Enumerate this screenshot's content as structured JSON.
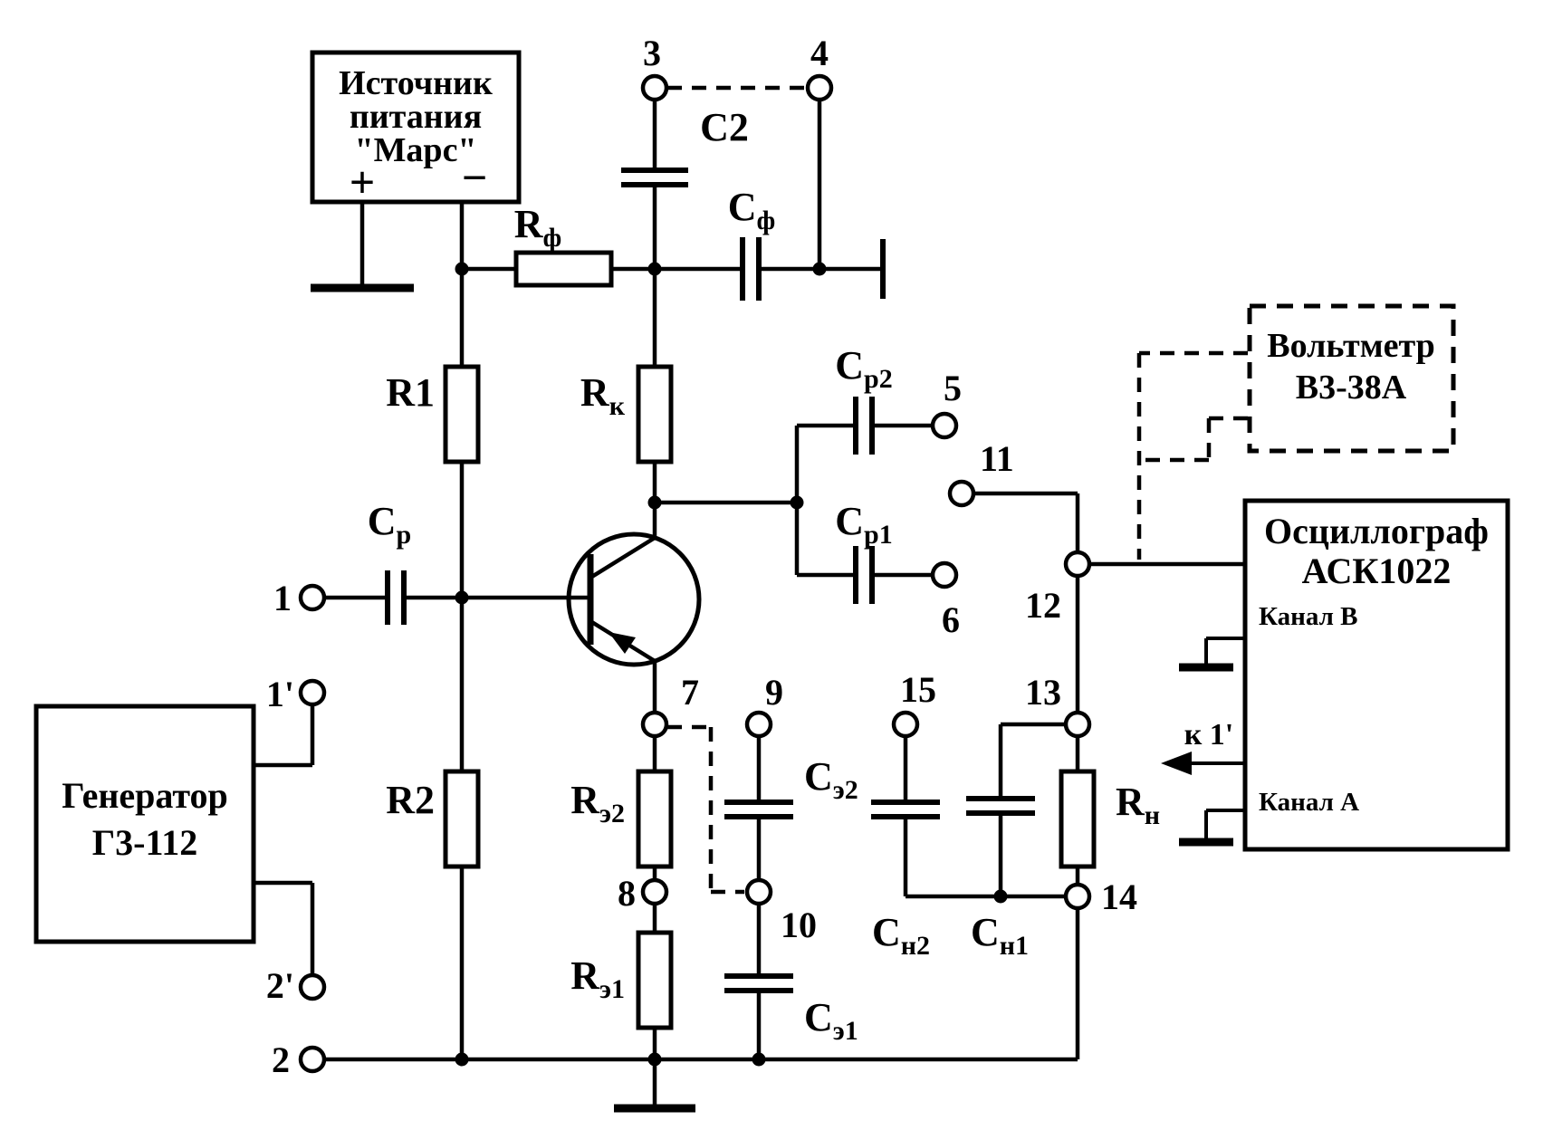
{
  "colors": {
    "background": "#ffffff",
    "ink": "#000000"
  },
  "power_supply": {
    "line1": "Источник",
    "line2": "питания",
    "line3": "\"Марс\"",
    "plus": "+",
    "minus": "−"
  },
  "generator": {
    "line1": "Генератор",
    "line2": "Г3-112"
  },
  "voltmeter": {
    "line1": "Вольтметр",
    "line2": "В3-38А"
  },
  "oscilloscope": {
    "line1": "Осциллограф",
    "line2": "АСК1022",
    "channel_b": "Канал B",
    "channel_a": "Канал A",
    "to_terminal": "к 1'"
  },
  "resistors": {
    "r1": {
      "name": "R1"
    },
    "r2": {
      "name": "R2"
    },
    "rf": {
      "base": "R",
      "sub": "ф"
    },
    "rk": {
      "base": "R",
      "sub": "к"
    },
    "re2": {
      "base": "R",
      "sub": "э2"
    },
    "re1": {
      "base": "R",
      "sub": "э1"
    },
    "rn": {
      "base": "R",
      "sub": "н"
    }
  },
  "capacitors": {
    "c2": {
      "name": "C2"
    },
    "cf": {
      "base": "C",
      "sub": "ф"
    },
    "cr": {
      "base": "C",
      "sub": "р"
    },
    "cr2": {
      "base": "C",
      "sub": "р2"
    },
    "cr1": {
      "base": "C",
      "sub": "р1"
    },
    "ce2": {
      "base": "C",
      "sub": "э2"
    },
    "ce1": {
      "base": "C",
      "sub": "э1"
    },
    "cn2": {
      "base": "C",
      "sub": "н2"
    },
    "cn1": {
      "base": "C",
      "sub": "н1"
    }
  },
  "terminals": {
    "t1": "1",
    "t1p": "1'",
    "t2": "2",
    "t2p": "2'",
    "t3": "3",
    "t4": "4",
    "t5": "5",
    "t6": "6",
    "t7": "7",
    "t8": "8",
    "t9": "9",
    "t10": "10",
    "t11": "11",
    "t12": "12",
    "t13": "13",
    "t14": "14",
    "t15": "15"
  }
}
